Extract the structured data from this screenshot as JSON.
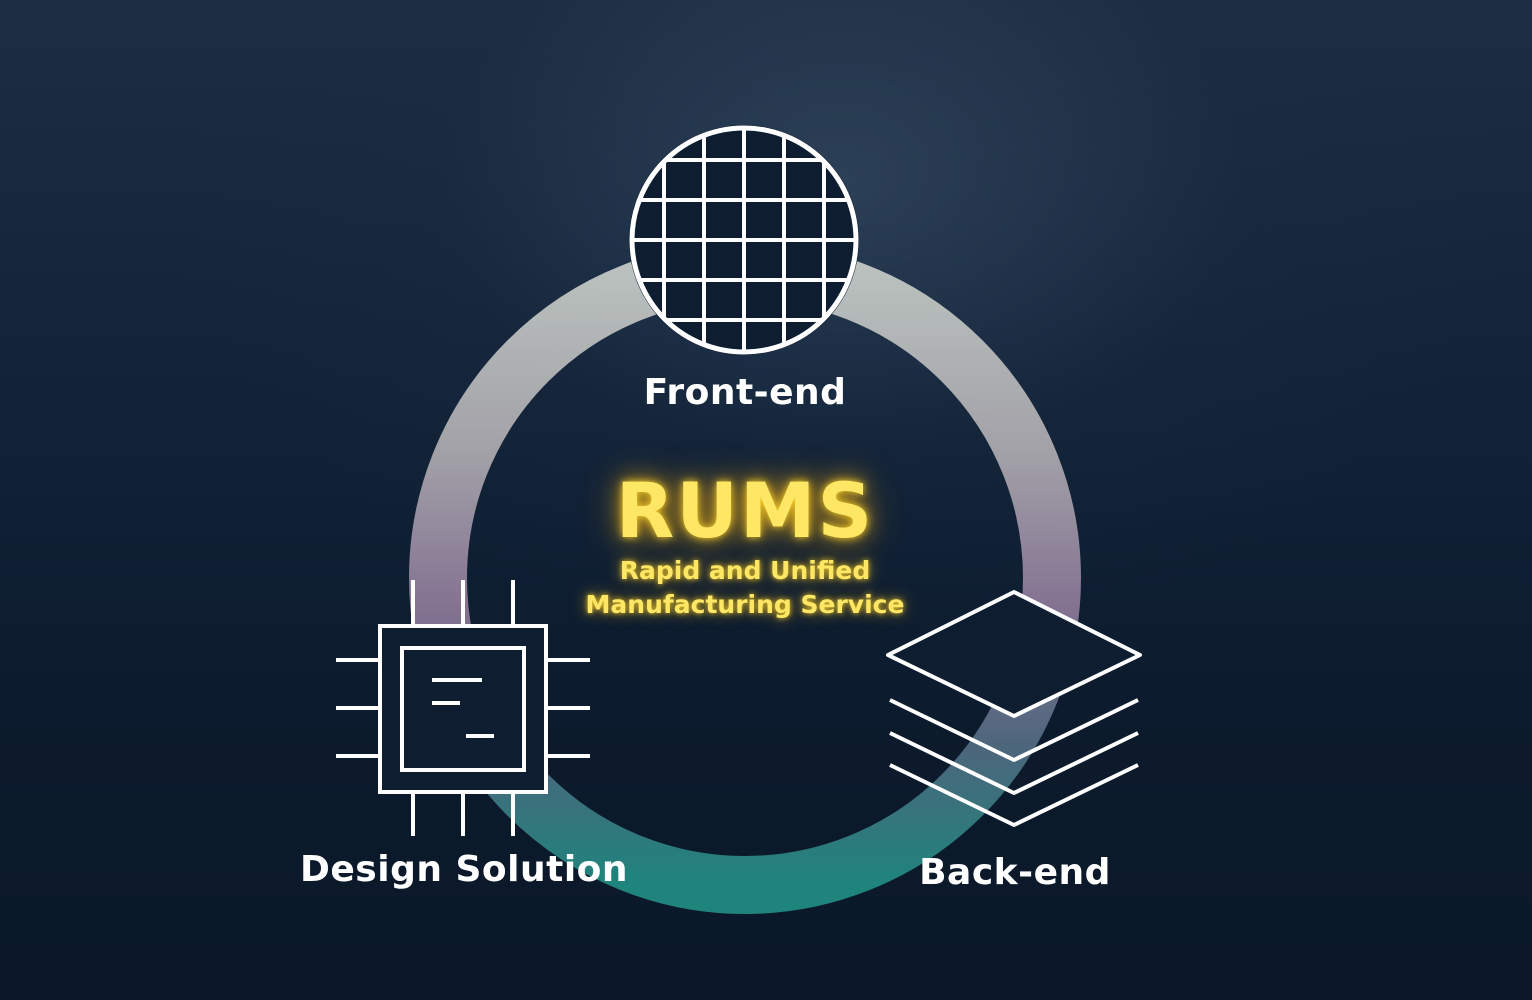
{
  "center": {
    "title": "RUMS",
    "subtitle_line1": "Rapid and Unified",
    "subtitle_line2": "Manufacturing Service"
  },
  "nodes": {
    "front_end": {
      "label": "Front-end",
      "icon": "wafer-grid-icon"
    },
    "back_end": {
      "label": "Back-end",
      "icon": "layer-stack-icon"
    },
    "design_solution": {
      "label": "Design Solution",
      "icon": "chip-icon"
    }
  },
  "colors": {
    "background": "#0f2034",
    "accent_glow": "#ffe766",
    "ring_top": "#b9c0bd",
    "ring_mid": "#8e7a99",
    "ring_bottom": "#1f8078",
    "icon_stroke": "#ffffff"
  }
}
